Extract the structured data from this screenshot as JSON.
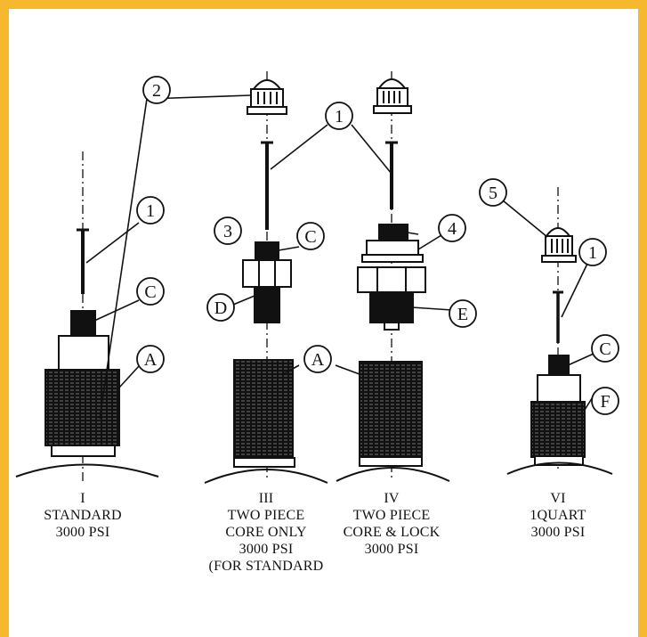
{
  "colors": {
    "frame": "#f5b82e",
    "ink": "#111111"
  },
  "callouts": {
    "c2": "2",
    "c1_left": "1",
    "c1_mid": "1",
    "c1_right": "1",
    "c3": "3",
    "cC_mid": "C",
    "c4": "4",
    "cC_left": "C",
    "cD": "D",
    "cE": "E",
    "cA_left": "A",
    "cA_mid": "A",
    "c5": "5",
    "cC_right": "C",
    "cF": "F"
  },
  "captions": {
    "I": {
      "roman": "I",
      "line1": "STANDARD",
      "line2": "3000 PSI"
    },
    "III": {
      "roman": "III",
      "line1": "TWO PIECE",
      "line2": "CORE ONLY",
      "line3": "3000 PSI",
      "line4": "(FOR STANDARD"
    },
    "IV": {
      "roman": "IV",
      "line1": "TWO PIECE",
      "line2": "CORE & LOCK",
      "line3": "3000 PSI"
    },
    "VI": {
      "roman": "VI",
      "line1": "1QUART",
      "line2": "3000 PSI"
    }
  }
}
